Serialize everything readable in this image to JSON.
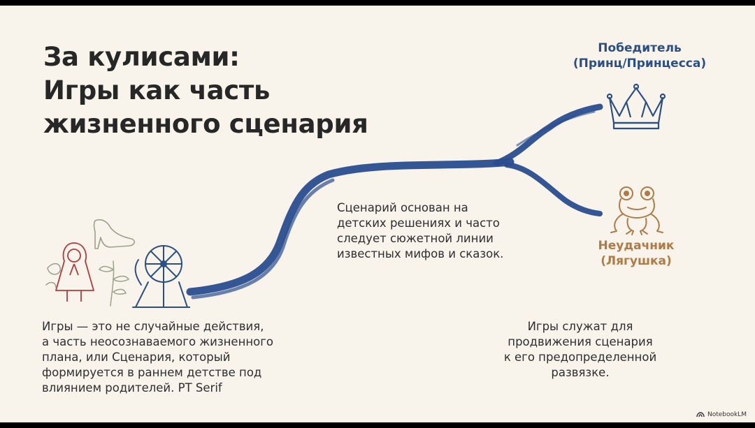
{
  "title": {
    "lines": [
      "За кулисами:",
      "Игры как часть",
      "жизненного сценария"
    ]
  },
  "winner": {
    "lines": [
      "Победитель",
      "(Принц/Принцесса)"
    ]
  },
  "loser": {
    "lines": [
      "Неудачник",
      "(Лягушка)"
    ]
  },
  "middle_text": {
    "lines": [
      "Сценарий основан на",
      "детских решениях и часто",
      "следует сюжетной линии",
      "известных мифов и сказок."
    ]
  },
  "left_text": {
    "lines": [
      "Игры — это не случайные действия,",
      "а часть неосознаваемого жизненного",
      "плана, или Сценария, который",
      "формируется в раннем детстве под",
      "влиянием родителей. PT Serif"
    ]
  },
  "right_text": {
    "lines": [
      "Игры служат для",
      "продвижения сценария",
      "к его предопределенной",
      "развязке."
    ]
  },
  "brand": {
    "label": "NotebookLM"
  },
  "icons": {
    "crown": "crown-icon",
    "frog": "frog-icon",
    "fairytale": "fairytale-icons",
    "brand": "notebooklm-logo-icon"
  },
  "colors": {
    "background": "#f8f4ec",
    "river": "#2a4d8f",
    "winner": "#2b4f84",
    "loser": "#b07a45",
    "text": "#2e2e2e"
  }
}
